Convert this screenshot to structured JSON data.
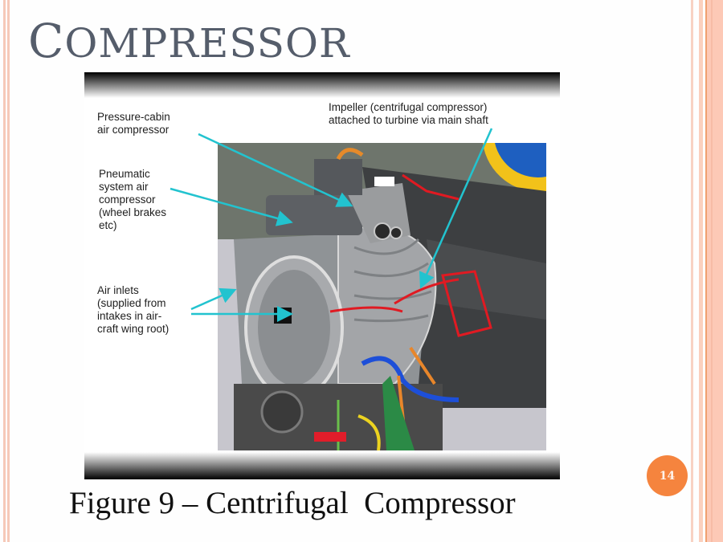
{
  "slide": {
    "title": "Compressor",
    "title_first_letter": "C",
    "title_rest": "OMPRESSOR",
    "page_number": "14",
    "caption": "Figure 9 – Centrifugal  Compressor"
  },
  "figure": {
    "labels": [
      {
        "id": "pressure-cabin",
        "text": "Pressure-cabin\nair compressor"
      },
      {
        "id": "pneumatic",
        "text": "Pneumatic\nsystem air\ncompressor\n(wheel brakes\netc)"
      },
      {
        "id": "air-inlets",
        "text": "Air inlets\n(supplied from\nintakes in air-\ncraft wing root)"
      },
      {
        "id": "impeller",
        "text": "Impeller (centrifugal compressor)\nattached to turbine via main shaft"
      }
    ],
    "photo_subject": "Cutaway of centrifugal-compressor jet engine",
    "arrow_color": "#22c3cf"
  },
  "colors": {
    "title": "#555d6b",
    "accent_orange": "#f5843e",
    "border_peach": "#fdc9b6"
  }
}
